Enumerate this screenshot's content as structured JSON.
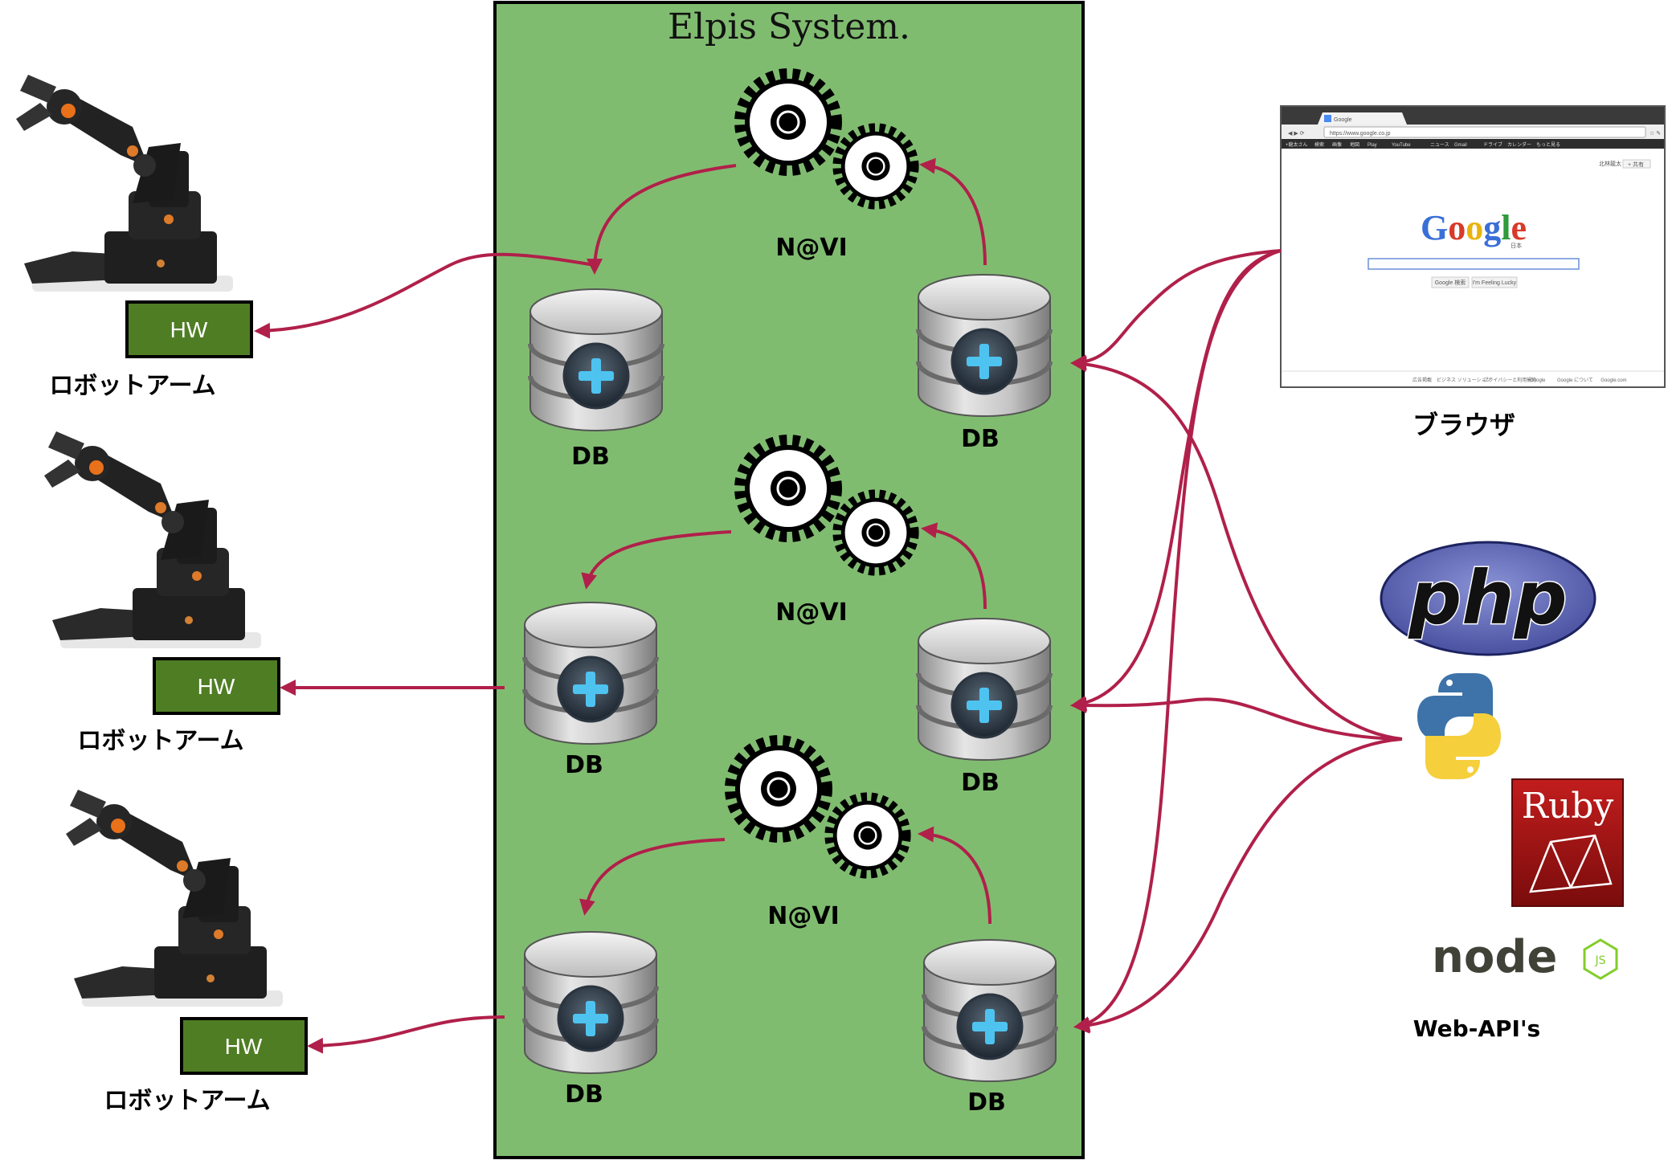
{
  "system": {
    "title": "Elpis System."
  },
  "navi_label": "N@VI",
  "db_label": "DB",
  "hw_label": "HW",
  "robot_label": "ロボットアーム",
  "browser": {
    "label": "ブラウザ",
    "tab_title": "Google",
    "url": "https://www.google.co.jp",
    "logo": "Google",
    "logo_sub": "日本",
    "search_button": "Google 検索",
    "lucky_button": "I'm Feeling Lucky",
    "toolbar_items": [
      "+龍太さん",
      "検索",
      "画像",
      "地図",
      "Play",
      "YouTube",
      "ニュース",
      "Gmail",
      "ドライブ",
      "カレンダー",
      "もっと見る"
    ],
    "user_name": "北林龍太",
    "share": "+ 共有",
    "footer": [
      "広告掲載",
      "ビジネス ソリューション",
      "プライバシーと利用規約",
      "+Google",
      "Google について",
      "Google.com"
    ]
  },
  "web_api": {
    "label": "Web-API's",
    "php": "php",
    "ruby": "Ruby",
    "node": "node",
    "node_js": "JS"
  },
  "colors": {
    "system_bg": "#80bc70",
    "hw_bg": "#4f7d24",
    "arrow": "#b0204a",
    "php_bg": "#5b64b3"
  }
}
